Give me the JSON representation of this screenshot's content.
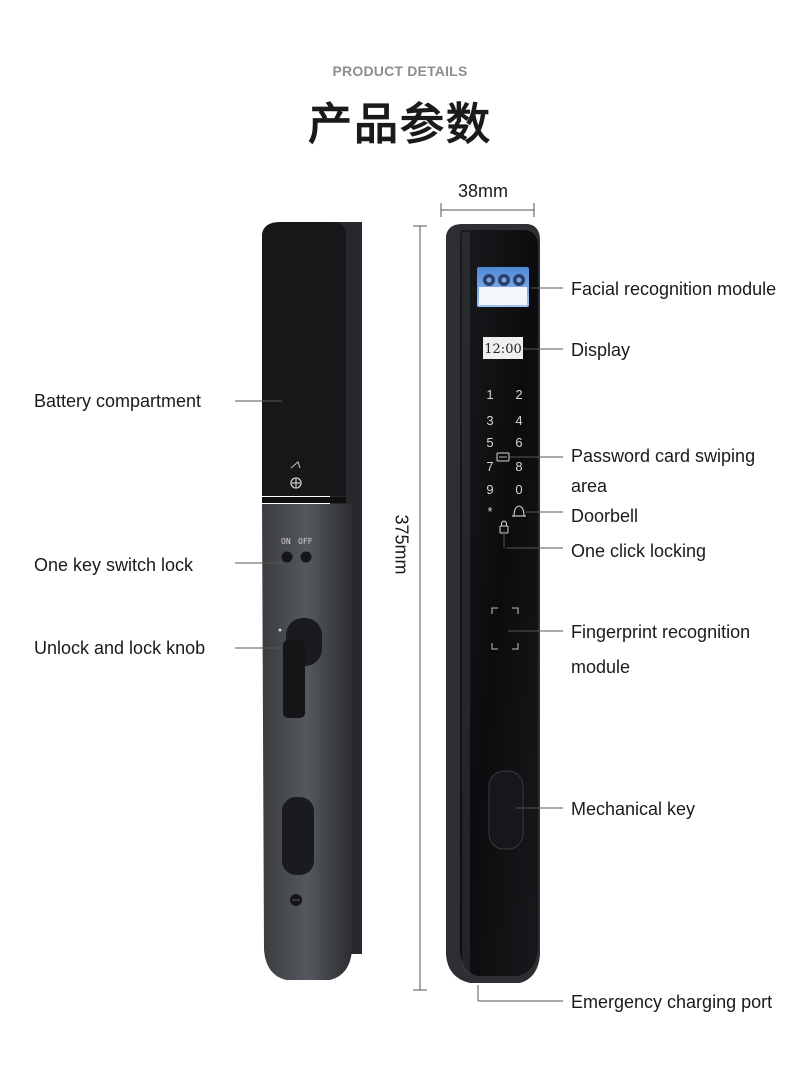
{
  "header": {
    "subtitle": "PRODUCT DETAILS",
    "title": "产品参数"
  },
  "dimensions": {
    "width": "38mm",
    "height": "375mm"
  },
  "left_labels": {
    "battery": "Battery compartment",
    "switch": "One key switch lock",
    "knob": "Unlock and lock knob"
  },
  "right_labels": {
    "face": "Facial recognition module",
    "display": "Display",
    "password_1": "Password card swiping",
    "password_2": "area",
    "doorbell": "Doorbell",
    "one_click": "One click locking",
    "fingerprint_1": "Fingerprint recognition",
    "fingerprint_2": "module",
    "mech_key": "Mechanical key",
    "charging": "Emergency charging port"
  },
  "device": {
    "switch_on": "ON",
    "switch_off": "OFF",
    "clock": "12:00",
    "keypad": [
      "1",
      "2",
      "3",
      "4",
      "5",
      "6",
      "7",
      "8",
      "9",
      "0",
      "*"
    ]
  }
}
